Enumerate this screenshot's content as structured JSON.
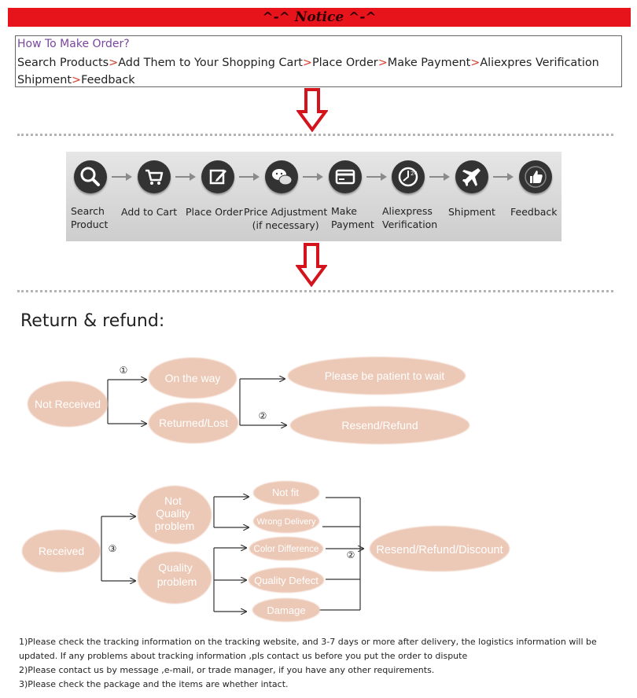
{
  "notice": {
    "text": "^-^ Notice ^-^"
  },
  "howto": {
    "title": "How To Make Order?",
    "steps": [
      "Search Products",
      "Add Them to Your Shopping Cart",
      "Place Order",
      "Make Payment",
      "Aliexpres Verification",
      "Shipment",
      "Feedback"
    ],
    "separator": ">"
  },
  "process": {
    "steps": [
      {
        "icon": "magnifier-icon",
        "label": [
          "Search",
          "Product"
        ]
      },
      {
        "icon": "shopping-cart-icon",
        "label": [
          "Add  to  Cart"
        ]
      },
      {
        "icon": "edit-order-icon",
        "label": [
          "Place Order"
        ]
      },
      {
        "icon": "chat-bubbles-icon",
        "label": [
          "Price  Adjustment",
          "(if necessary)"
        ]
      },
      {
        "icon": "credit-card-icon",
        "label": [
          "Make",
          "Payment"
        ]
      },
      {
        "icon": "clock-24h-icon",
        "label": [
          "Aliexpress",
          "Verification"
        ]
      },
      {
        "icon": "airplane-icon",
        "label": [
          "Shipment"
        ]
      },
      {
        "icon": "thumbs-up-icon",
        "label": [
          "Feedback"
        ]
      }
    ]
  },
  "return_refund": {
    "title": "Return & refund:",
    "not_received": {
      "root": "Not Received",
      "marker_1": "①",
      "marker_2": "②",
      "on_the_way": "On the way",
      "returned_lost": "Returned/Lost",
      "wait": "Please be patient to wait",
      "resend_refund": "Resend/Refund"
    },
    "received": {
      "root": "Received",
      "marker_3": "③",
      "marker_2": "②",
      "not_quality": [
        "Not",
        "Quality",
        "problem"
      ],
      "quality": [
        "Quality",
        "problem"
      ],
      "issues": [
        "Not fit",
        "Wrong Delivery",
        "Color Difference",
        "Quality Defect",
        "Damage"
      ],
      "outcome": "Resend/Refund/Discount"
    }
  },
  "notes": [
    "1)Please check the tracking information on the tracking website, and 3-7 days or more after delivery, the logistics information will be",
    "updated. If any problems about tracking information ,pls contact us before you put the order to dispute",
    "2)Please contact us by message ,e-mail, or trade manager, if you have any other requirements.",
    "3)Please check the package and the items are whether intact."
  ],
  "colors": {
    "banner": "#e8141c",
    "arrow_red": "#d4141c",
    "bubble": "#ecc8b6",
    "bubble_text": "#ffffff",
    "title_purple": "#7a46a0",
    "separator_red": "#d43c2a"
  }
}
